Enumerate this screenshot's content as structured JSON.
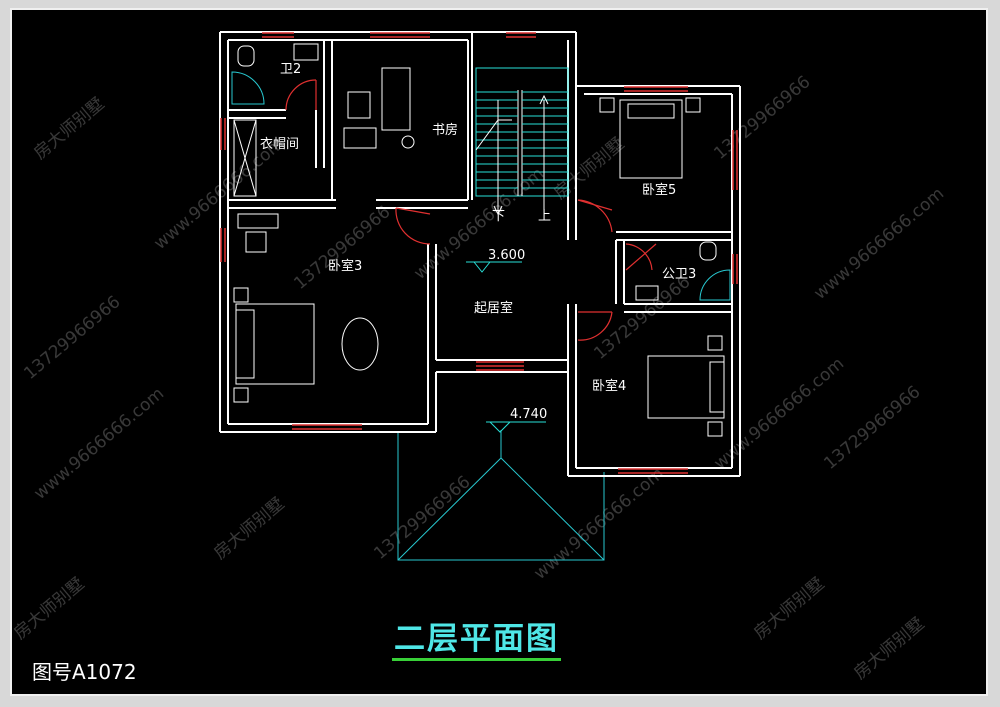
{
  "title": "二层平面图",
  "drawing_number": "图号A1072",
  "rooms": {
    "bathroom_2": "卫2",
    "wardrobe": "衣帽间",
    "study": "书房",
    "bedroom_5": "卧室5",
    "bedroom_3": "卧室3",
    "public_bathroom_3": "公卫3",
    "living_room": "起居室",
    "bedroom_4": "卧室4"
  },
  "stairs": {
    "down": "下",
    "up": "上"
  },
  "elevations": {
    "floor": "3.600",
    "roof": "4.740"
  },
  "watermarks": [
    "房大师别墅",
    "www.9666666.com",
    "13729966966"
  ],
  "colors": {
    "background": "#000000",
    "wall": "#ffffff",
    "window": "#e03030",
    "door": "#e03030",
    "stair": "#28e0d8",
    "title": "#4fe7e7",
    "title_underline": "#38d038"
  }
}
